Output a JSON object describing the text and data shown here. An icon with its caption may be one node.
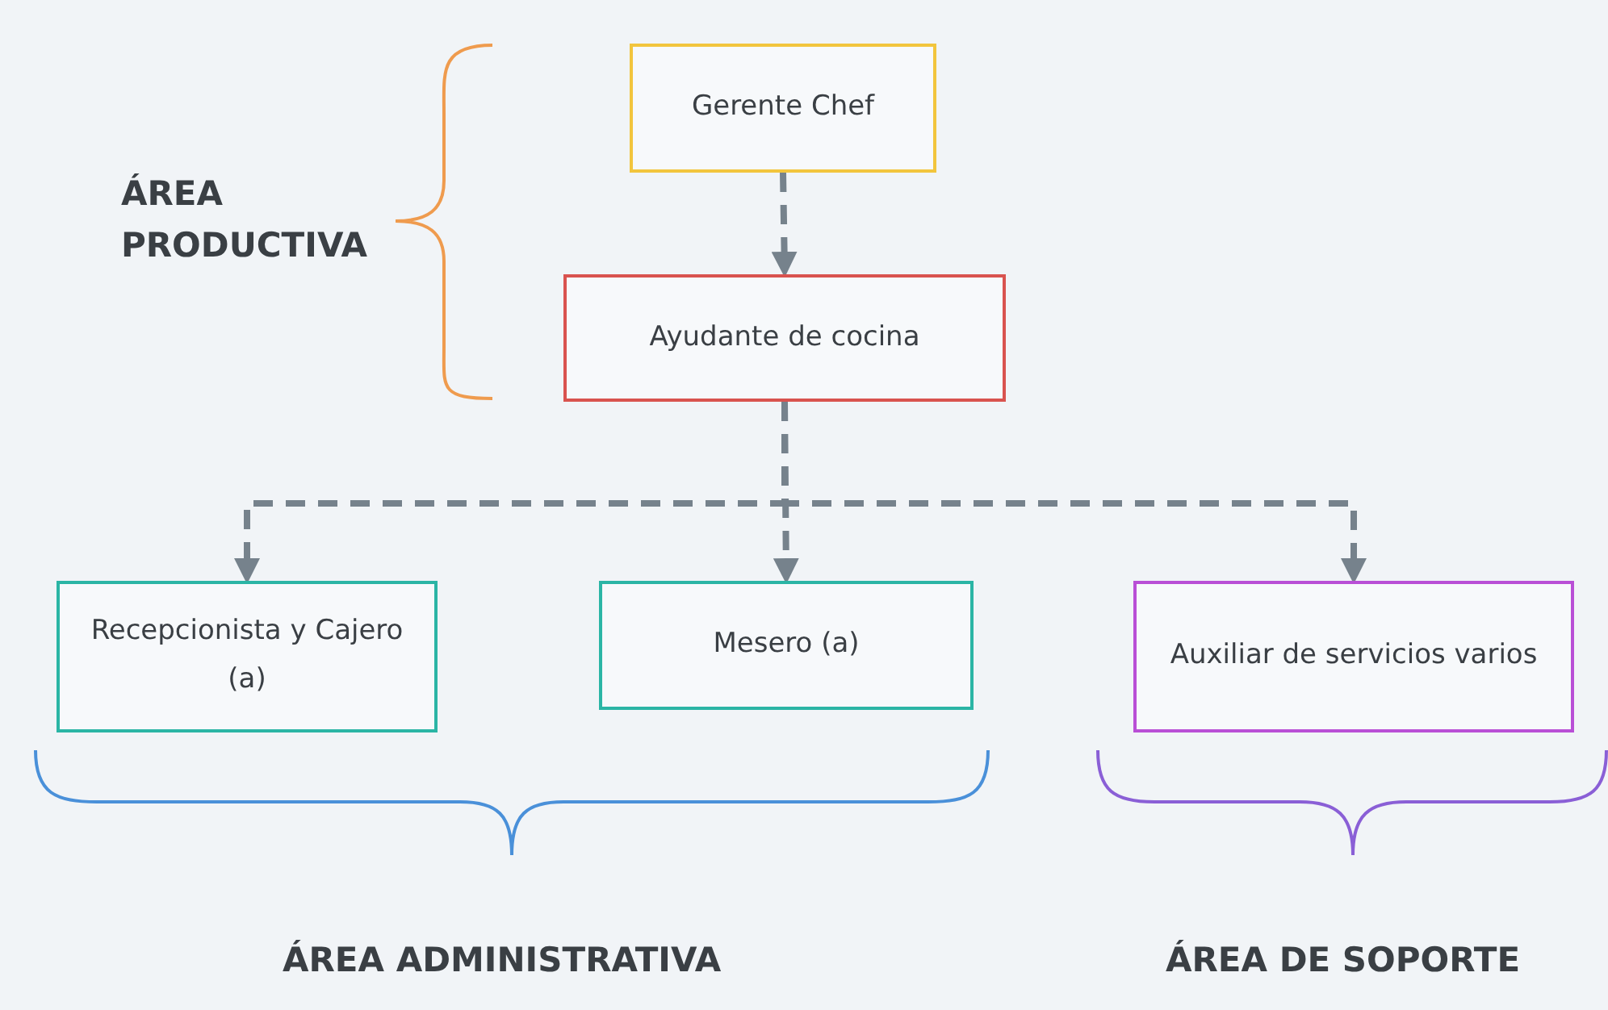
{
  "diagram": {
    "nodes": [
      {
        "text": [
          "Gerente Chef"
        ]
      },
      {
        "text": [
          "Ayudante de cocina"
        ]
      },
      {
        "text": [
          "Recepcionista y Cajero (a)"
        ]
      },
      {
        "text": [
          "Mesero (a)"
        ]
      },
      {
        "text": [
          "Auxiliar de servicios varios"
        ]
      }
    ],
    "edges": [
      {
        "from": 0,
        "to": 1,
        "arrow": "to",
        "style": "dashed"
      },
      {
        "from": 1,
        "to": 2,
        "arrow": "to",
        "style": "dashed"
      },
      {
        "from": 1,
        "to": 3,
        "arrow": "to",
        "style": "dashed"
      },
      {
        "from": 1,
        "to": 4,
        "arrow": "to",
        "style": "dashed"
      }
    ],
    "labels": [
      "ÁREA PRODUCTIVA",
      "ÁREA ADMINISTRATIVA",
      "ÁREA DE SOPORTE"
    ]
  }
}
